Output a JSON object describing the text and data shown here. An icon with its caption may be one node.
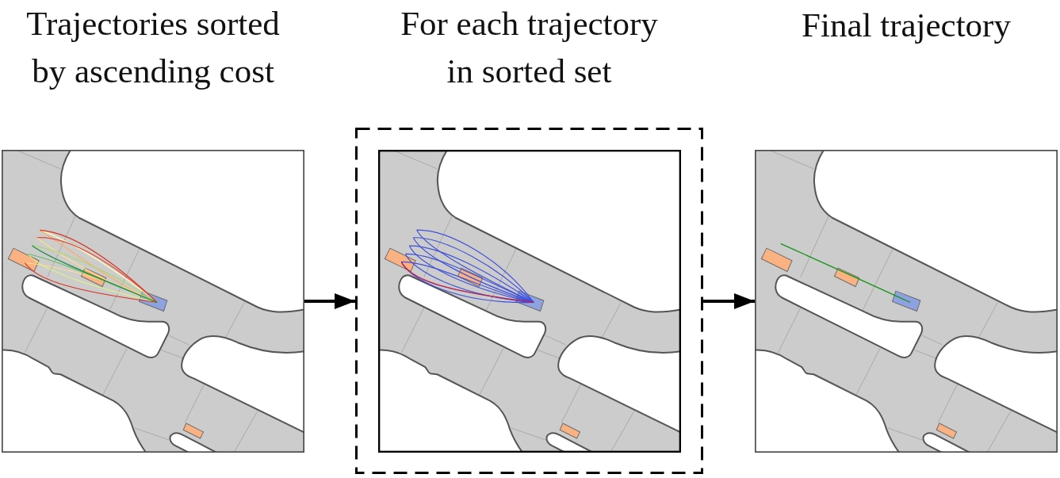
{
  "diagram": {
    "nodes": [
      {
        "text": [
          "Trajectories sorted by ascending cost"
        ]
      },
      {
        "text": [
          "For each trajectory in sorted set"
        ]
      },
      {
        "text": [],
        "shape": "picture",
        "in": 1
      },
      {
        "text": [
          "Final trajectory"
        ]
      }
    ],
    "edges": [
      {
        "from": 0,
        "to": 1,
        "arrow": "to"
      },
      {
        "from": 1,
        "to": 3,
        "arrow": "to"
      }
    ]
  }
}
